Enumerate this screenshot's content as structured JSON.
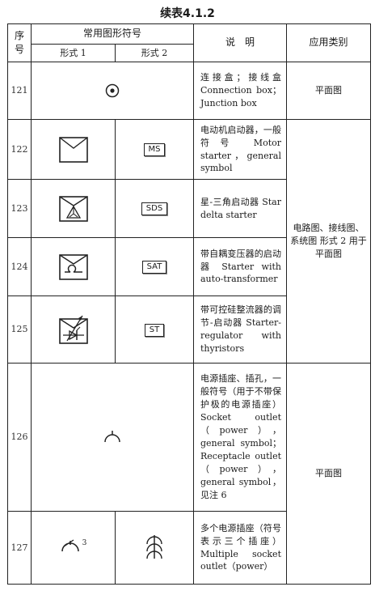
{
  "title": "续表4.1.2",
  "header": {
    "seq_line1": "序",
    "seq_line2": "号",
    "symbol_group": "常用图形符号",
    "form1": "形式 1",
    "form2": "形式 2",
    "description": "说　明",
    "application": "应用类别"
  },
  "rows": [
    {
      "num": "121",
      "description": "连接盒；接线盒 Connection box；Junction box",
      "application": "平面图",
      "symbol": "circle-dot-icon"
    },
    {
      "num": "122",
      "form2": "MS",
      "description": "电动机启动器，一般符号 Motor starter，general symbol",
      "symbol": "motor-starter-icon"
    },
    {
      "num": "123",
      "form2": "SDS",
      "description": "星-三角启动器 Star delta starter",
      "symbol": "star-delta-starter-icon"
    },
    {
      "num": "124",
      "form2": "SAT",
      "description": "带自耦变压器的启动器 Starter with auto-transformer",
      "symbol": "auto-transformer-starter-icon"
    },
    {
      "num": "125",
      "form2": "ST",
      "description": "带可控硅整流器的调节-启动器 Starter-regulator with thyristors",
      "symbol": "thyristor-starter-icon"
    },
    {
      "num": "126",
      "description": "电源插座、插孔，一般符号（用于不带保护极的电源插座）Socket outlet（power），general symbol；Receptacle outlet（power），general symbol，见注 6",
      "symbol": "socket-outlet-icon"
    },
    {
      "num": "127",
      "form1_sup": "3",
      "description": "多个电源插座（符号表示三个插座）Multiple socket outlet（power）",
      "symbol": "multiple-socket-icon"
    }
  ],
  "group_applications": {
    "motor_group": "电路图、接线图、系统图 形式 2 用于平面图",
    "socket_group": "平面图"
  }
}
